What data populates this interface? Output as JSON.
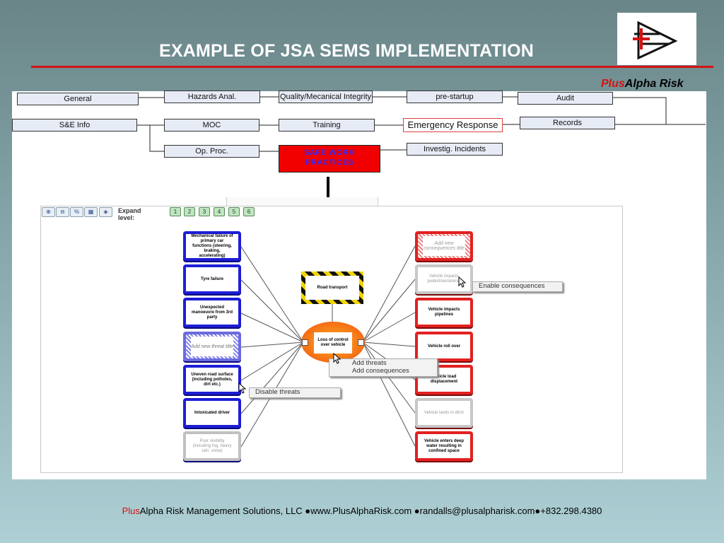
{
  "header": {
    "title": "EXAMPLE OF JSA SEMS IMPLEMENTATION",
    "brand_plus": "Plus",
    "brand_rest": "Alpha Risk"
  },
  "flow": {
    "general": "General",
    "se_info": "S&E Info",
    "hazards": "Hazards Anal.",
    "moc": "MOC",
    "op_proc": "Op. Proc.",
    "quality": "Quality/Mecanical Integrity",
    "training": "Training",
    "safe_work": "SAFE WORK PRACTICES",
    "prestartup": "pre-startup",
    "emergency": "Emergency Response",
    "investig": "Investig. Incidents",
    "audit": "Audit",
    "records": "Records"
  },
  "toolbar": {
    "expand_label": "Expand level:",
    "levels": [
      "1",
      "2",
      "3",
      "4",
      "5",
      "6"
    ]
  },
  "bowtie": {
    "hazard": "Road transport",
    "top_event": "Loss of control over vehicle",
    "threats": [
      "Mechanical failure of primary car functions (steering, braking, accelerating)",
      "Tyre failure",
      "Unexpected manoeuvre from 3rd party",
      "Add new threat title",
      "Uneven road surface (including potholes, dirt etc.)",
      "Intoxicated driver",
      "Poor visibility (including fog, heavy rain, snow)"
    ],
    "consequences": [
      "Add new consequences title",
      "Vehicle impacts pedestrian/animal",
      "Vehicle impacts pipelines",
      "Vehicle roll over",
      "Vehicle load displacement",
      "Vehicle lands in ditch",
      "Vehicle enters deep water resulting in confined space"
    ],
    "menu_enable_consequences": "Enable consequences",
    "menu_add_threats": "Add threats",
    "menu_add_consequences": "Add consequences",
    "menu_disable_threats": "Disable threats"
  },
  "footer": {
    "plus": "Plus",
    "alpha": "Alpha Risk",
    "rest": " Management Solutions, LLC ●www.PlusAlphaRisk.com ●randalls@plusalpharisk.com●+832.298.4380"
  },
  "colors": {
    "accent_red": "#d21414",
    "threat_blue": "#1d1dd6",
    "consequence_red": "#e32020",
    "hazard_yellow": "#f2d400"
  }
}
